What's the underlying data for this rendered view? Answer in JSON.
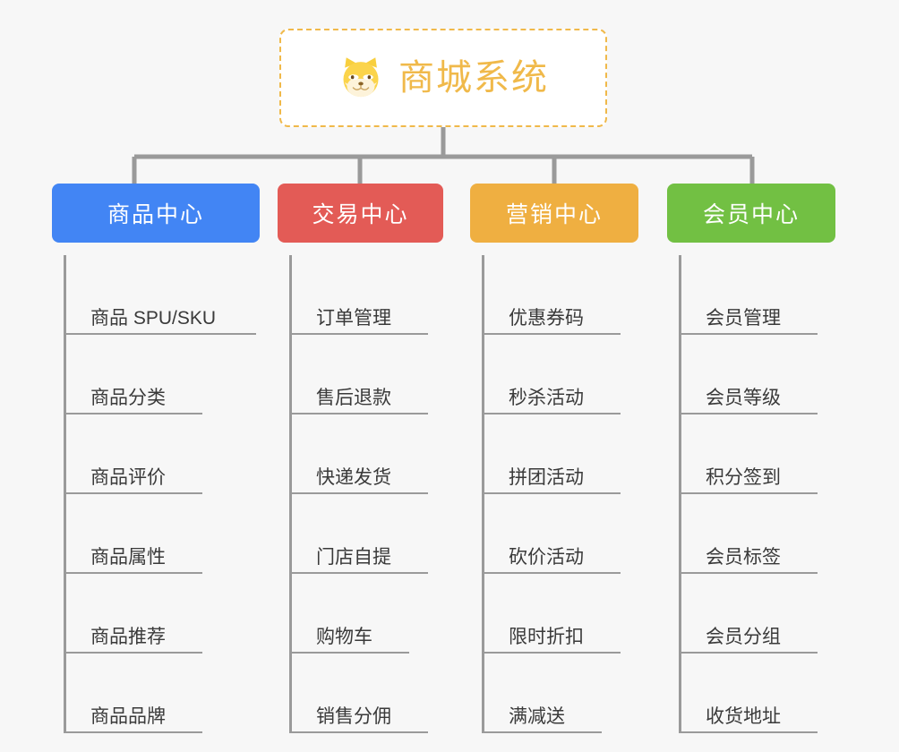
{
  "root": {
    "title": "商城系统",
    "icon": "shiba-mascot-icon",
    "border_color": "#f0b94a",
    "text_color": "#f0b94a",
    "background": "#ffffff"
  },
  "page": {
    "background": "#f7f7f7",
    "connector_color": "#9a9a9a"
  },
  "branches": [
    {
      "label": "商品中心",
      "color": "#4285f4",
      "children": [
        {
          "label": "商品 SPU/SKU",
          "underline_width": 212
        },
        {
          "label": "商品分类",
          "underline_width": 152
        },
        {
          "label": "商品评价",
          "underline_width": 152
        },
        {
          "label": "商品属性",
          "underline_width": 152
        },
        {
          "label": "商品推荐",
          "underline_width": 152
        },
        {
          "label": "商品品牌",
          "underline_width": 152
        }
      ]
    },
    {
      "label": "交易中心",
      "color": "#e35b56",
      "children": [
        {
          "label": "订单管理",
          "underline_width": 152
        },
        {
          "label": "售后退款",
          "underline_width": 152
        },
        {
          "label": "快递发货",
          "underline_width": 152
        },
        {
          "label": "门店自提",
          "underline_width": 152
        },
        {
          "label": "购物车",
          "underline_width": 131
        },
        {
          "label": "销售分佣",
          "underline_width": 152
        }
      ]
    },
    {
      "label": "营销中心",
      "color": "#efaf41",
      "children": [
        {
          "label": "优惠券码",
          "underline_width": 152
        },
        {
          "label": "秒杀活动",
          "underline_width": 152
        },
        {
          "label": "拼团活动",
          "underline_width": 152
        },
        {
          "label": "砍价活动",
          "underline_width": 152
        },
        {
          "label": "限时折扣",
          "underline_width": 152
        },
        {
          "label": "满减送",
          "underline_width": 131
        }
      ]
    },
    {
      "label": "会员中心",
      "color": "#72c043",
      "children": [
        {
          "label": "会员管理",
          "underline_width": 152
        },
        {
          "label": "会员等级",
          "underline_width": 152
        },
        {
          "label": "积分签到",
          "underline_width": 152
        },
        {
          "label": "会员标签",
          "underline_width": 152
        },
        {
          "label": "会员分组",
          "underline_width": 152
        },
        {
          "label": "收货地址",
          "underline_width": 152
        }
      ]
    }
  ]
}
